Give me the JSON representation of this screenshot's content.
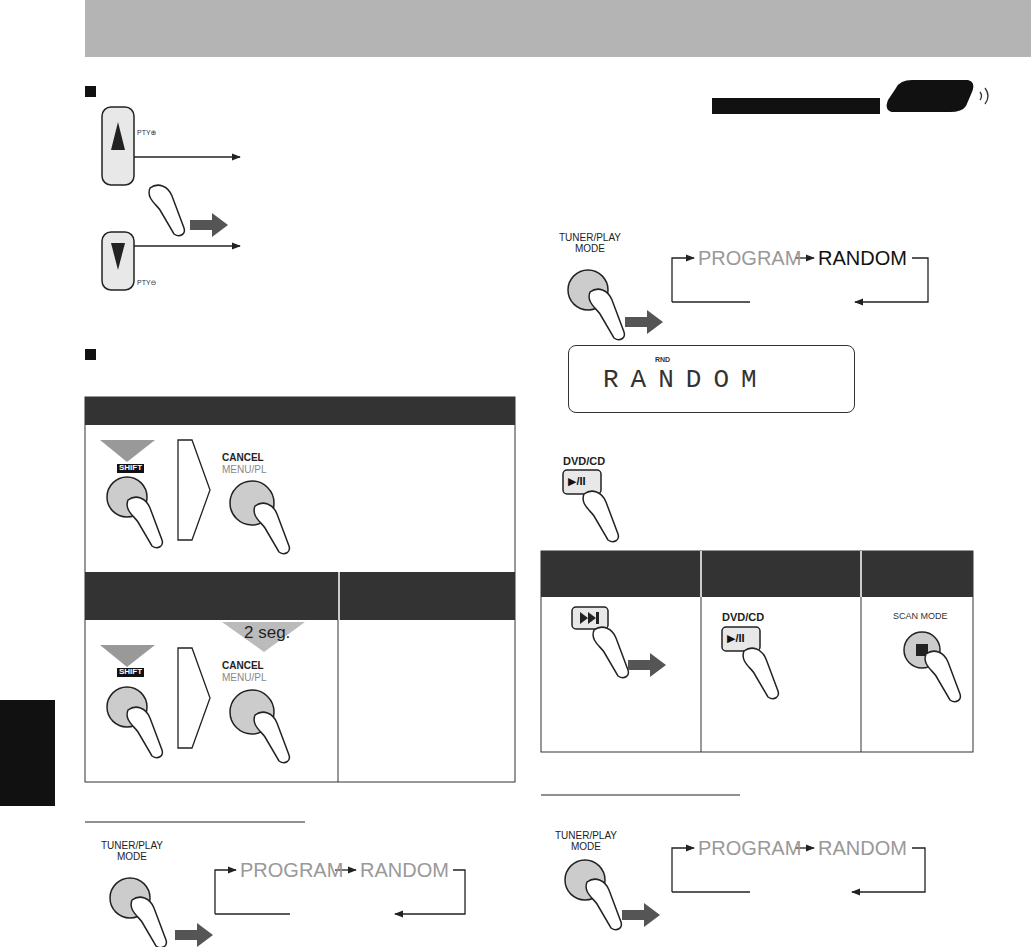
{
  "diagram": {
    "nodes": [
      {
        "text": [
          "RND",
          "RANDOM"
        ]
      }
    ],
    "labels": [
      "PTY⊕",
      "PTY⊖",
      "SHIFT",
      "CANCEL",
      "MENU/PL",
      "SHIFT",
      "2 seg.",
      "CANCEL",
      "MENU/PL",
      "TUNER/PLAY MODE",
      "PROGRAM",
      "RANDOM",
      "TUNER/PLAY MODE",
      "PROGRAM",
      "RANDOM",
      "DVD/CD",
      "▶/II",
      "DVD/CD",
      "▶/II",
      "SCAN MODE",
      "TUNER/PLAY MODE",
      "PROGRAM",
      "RANDOM"
    ]
  }
}
